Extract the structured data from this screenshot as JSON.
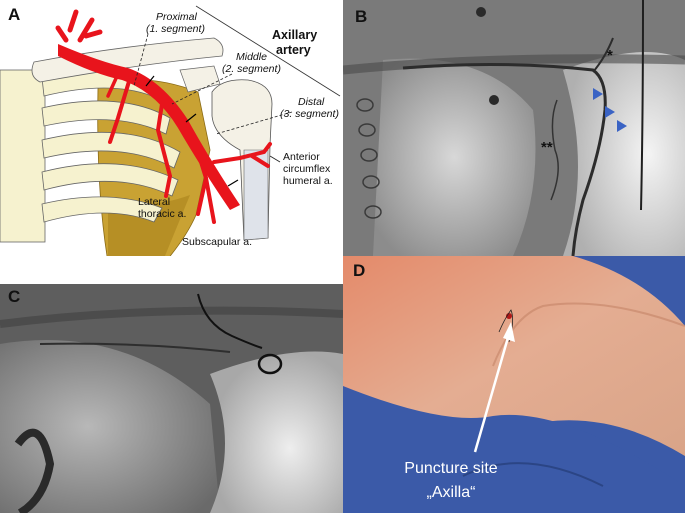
{
  "figure": {
    "panel_a": {
      "letter": "A",
      "title_line1": "Axillary",
      "title_line2": "artery",
      "segment_proximal_line1": "Proximal",
      "segment_proximal_line2": "(1. segment)",
      "segment_middle_line1": "Middle",
      "segment_middle_line2": "(2. segment)",
      "segment_distal_line1": "Distal",
      "segment_distal_line2": "(3. segment)",
      "anterior_line1": "Anterior",
      "anterior_line2": "circumflex",
      "anterior_line3": "humeral a.",
      "lateral_line1": "Lateral",
      "lateral_line2": "thoracic a.",
      "subscapular": "Subscapular a.",
      "colors": {
        "artery": "#e8141c",
        "bone": "#f6f2cf",
        "scapula": "#c9a233"
      }
    },
    "panel_b": {
      "letter": "B",
      "marker_single": "*",
      "marker_double": "**",
      "arrowhead_color": "#3a63c4"
    },
    "panel_c": {
      "letter": "C"
    },
    "panel_d": {
      "letter": "D",
      "puncture_line1": "Puncture site",
      "puncture_line2": "„Axilla“",
      "drape_color": "#3b5aa8",
      "skin_color": "#e2a98c"
    }
  }
}
